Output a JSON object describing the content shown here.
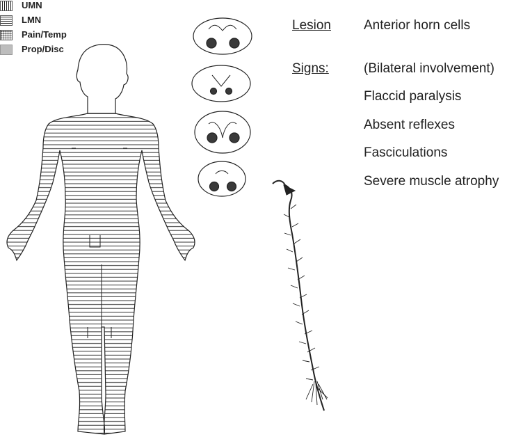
{
  "legend": [
    {
      "key": "umn",
      "label": "UMN"
    },
    {
      "key": "lmn",
      "label": "LMN"
    },
    {
      "key": "pain",
      "label": "Pain/Temp"
    },
    {
      "key": "prop",
      "label": "Prop/Disc"
    }
  ],
  "lesion": {
    "heading": "Lesion",
    "value": "Anterior horn cells"
  },
  "signs": {
    "heading": "Signs:",
    "items": [
      "(Bilateral involvement)",
      "Flaccid paralysis",
      "Absent reflexes",
      "Fasciculations",
      "Severe muscle atrophy"
    ]
  },
  "colors": {
    "ink": "#222222",
    "lesion_fill": "#3a3a3a",
    "prop_fill": "#bdbdbd"
  }
}
